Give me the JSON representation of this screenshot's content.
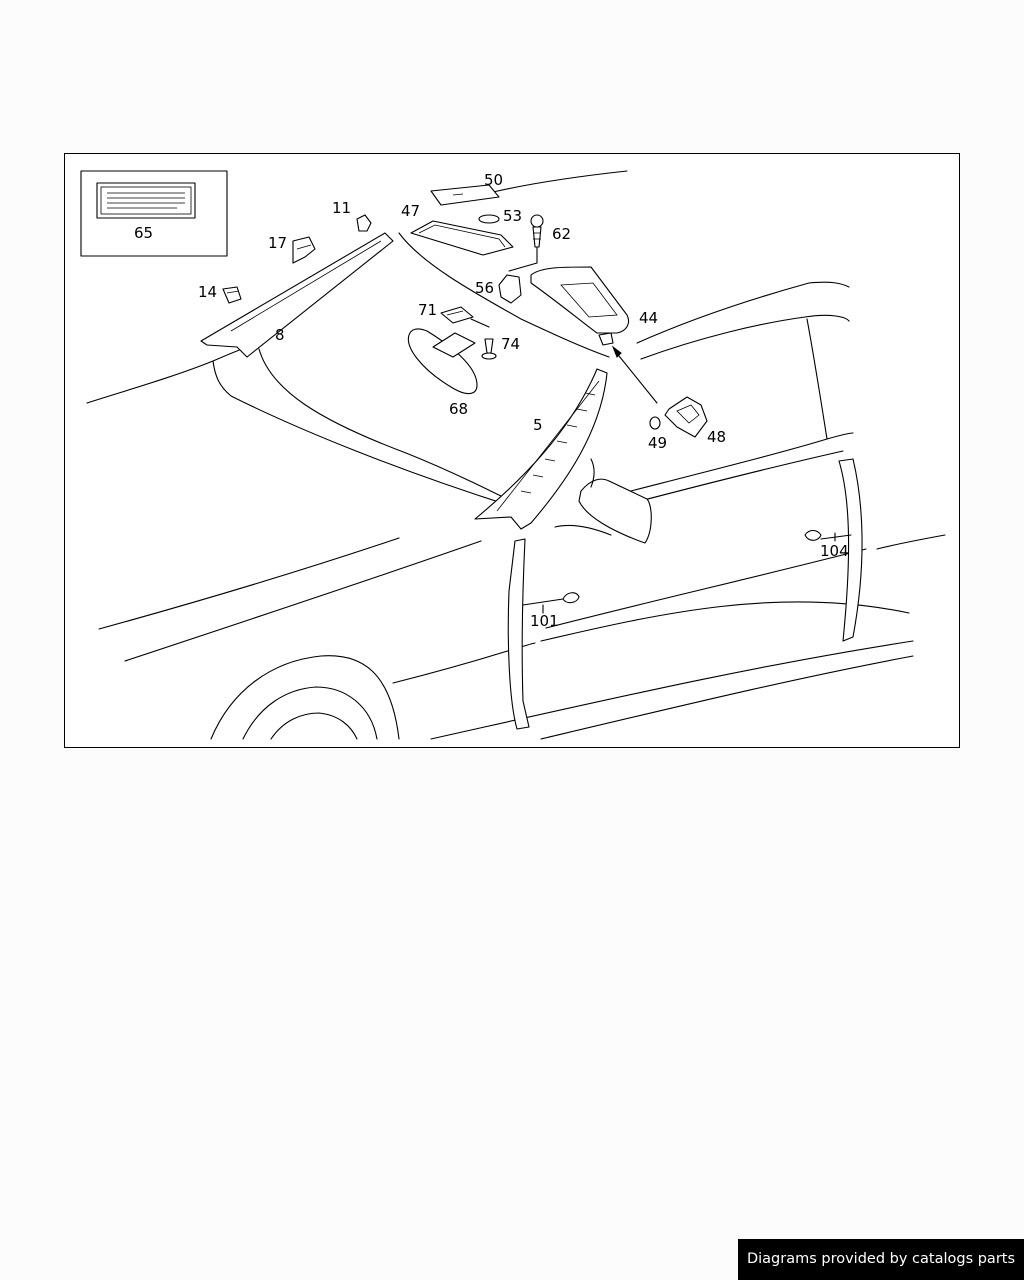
{
  "diagram": {
    "callouts": [
      {
        "id": "c50",
        "label": "50"
      },
      {
        "id": "c11",
        "label": "11"
      },
      {
        "id": "c47",
        "label": "47"
      },
      {
        "id": "c53",
        "label": "53"
      },
      {
        "id": "c62",
        "label": "62"
      },
      {
        "id": "c65",
        "label": "65"
      },
      {
        "id": "c17",
        "label": "17"
      },
      {
        "id": "c14",
        "label": "14"
      },
      {
        "id": "c56",
        "label": "56"
      },
      {
        "id": "c71",
        "label": "71"
      },
      {
        "id": "c44",
        "label": "44"
      },
      {
        "id": "c8",
        "label": "8"
      },
      {
        "id": "c74",
        "label": "74"
      },
      {
        "id": "c68",
        "label": "68"
      },
      {
        "id": "c5",
        "label": "5"
      },
      {
        "id": "c49",
        "label": "49"
      },
      {
        "id": "c48",
        "label": "48"
      },
      {
        "id": "c104",
        "label": "104"
      },
      {
        "id": "c101",
        "label": "101"
      }
    ]
  },
  "footer": {
    "text": "Diagrams provided by catalogs parts"
  }
}
